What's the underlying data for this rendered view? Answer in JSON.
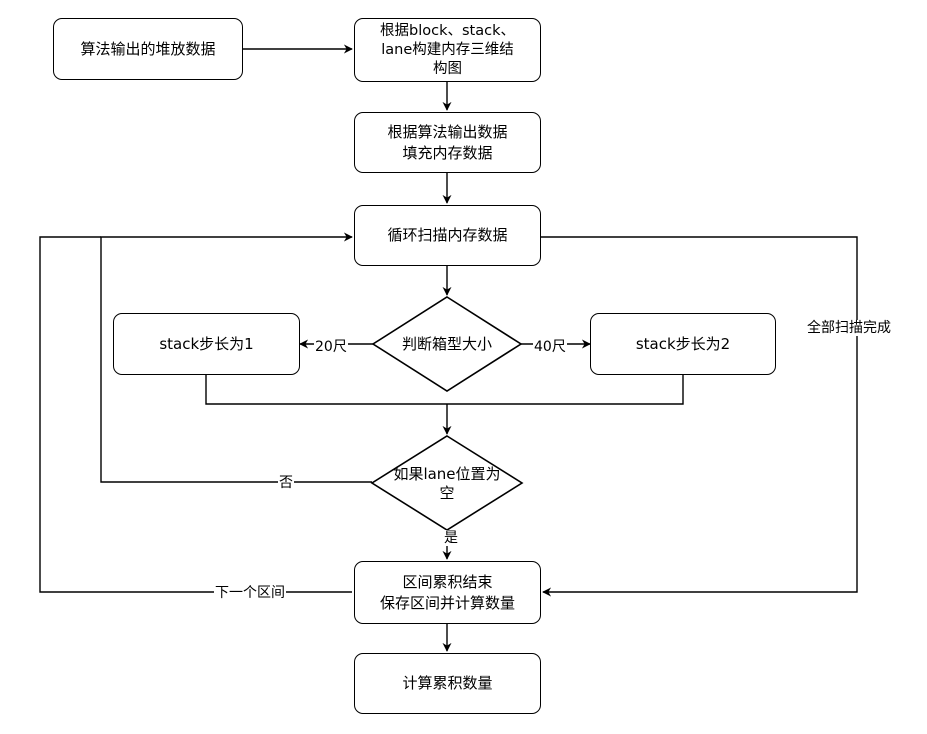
{
  "nodes": {
    "input_data": "算法输出的堆放数据",
    "build_structure": "根据block、stack、\nlane构建内存三维结\n构图",
    "fill_memory": "根据算法输出数据\n填充内存数据",
    "loop_scan": "循环扫描内存数据",
    "judge_size": "判断箱型大小",
    "stack_step_1": "stack步长为1",
    "stack_step_2": "stack步长为2",
    "lane_empty": "如果lane位置为\n空",
    "accumulate_end": "区间累积结束\n保存区间并计算数量",
    "calc_total": "计算累积数量"
  },
  "edge_labels": {
    "size_20": "20尺",
    "size_40": "40尺",
    "no": "否",
    "yes": "是",
    "all_scanned": "全部扫描完成",
    "next_interval": "下一个区间"
  }
}
